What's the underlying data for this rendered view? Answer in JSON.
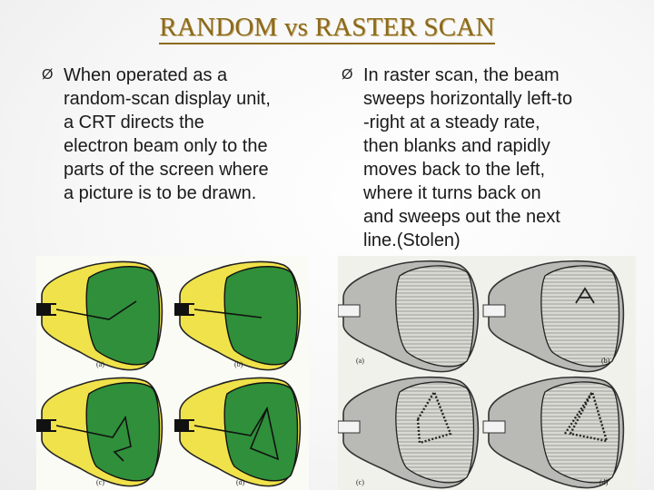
{
  "slide": {
    "title": "RANDOM vs RASTER SCAN",
    "bullets": [
      {
        "arrow": "Ø",
        "text": "When operated as a\nrandom-scan display unit,\na CRT directs the\nelectron beam  only to the\nparts of the screen where\na picture is to be drawn."
      },
      {
        "arrow": "Ø",
        "text": "In raster scan, the beam\nsweeps horizontally left-to\n-right at a steady rate,\nthen blanks and rapidly\nmoves back to the left,\nwhere it turns back on\nand sweeps out the next\nline.(Stolen)"
      }
    ],
    "figures": {
      "random": {
        "labels": [
          "(a)",
          "(b)",
          "(c)",
          "(d)"
        ]
      },
      "raster": {
        "labels": [
          "(a)",
          "(b)",
          "(c)",
          "(d)"
        ]
      }
    },
    "colors": {
      "title": "#8b6a1c",
      "tube_yellow": "#f0e24a",
      "screen_green": "#2f8f3a",
      "tube_gray": "#bdbdbd",
      "screen_gray": "#d6d6d6"
    }
  }
}
